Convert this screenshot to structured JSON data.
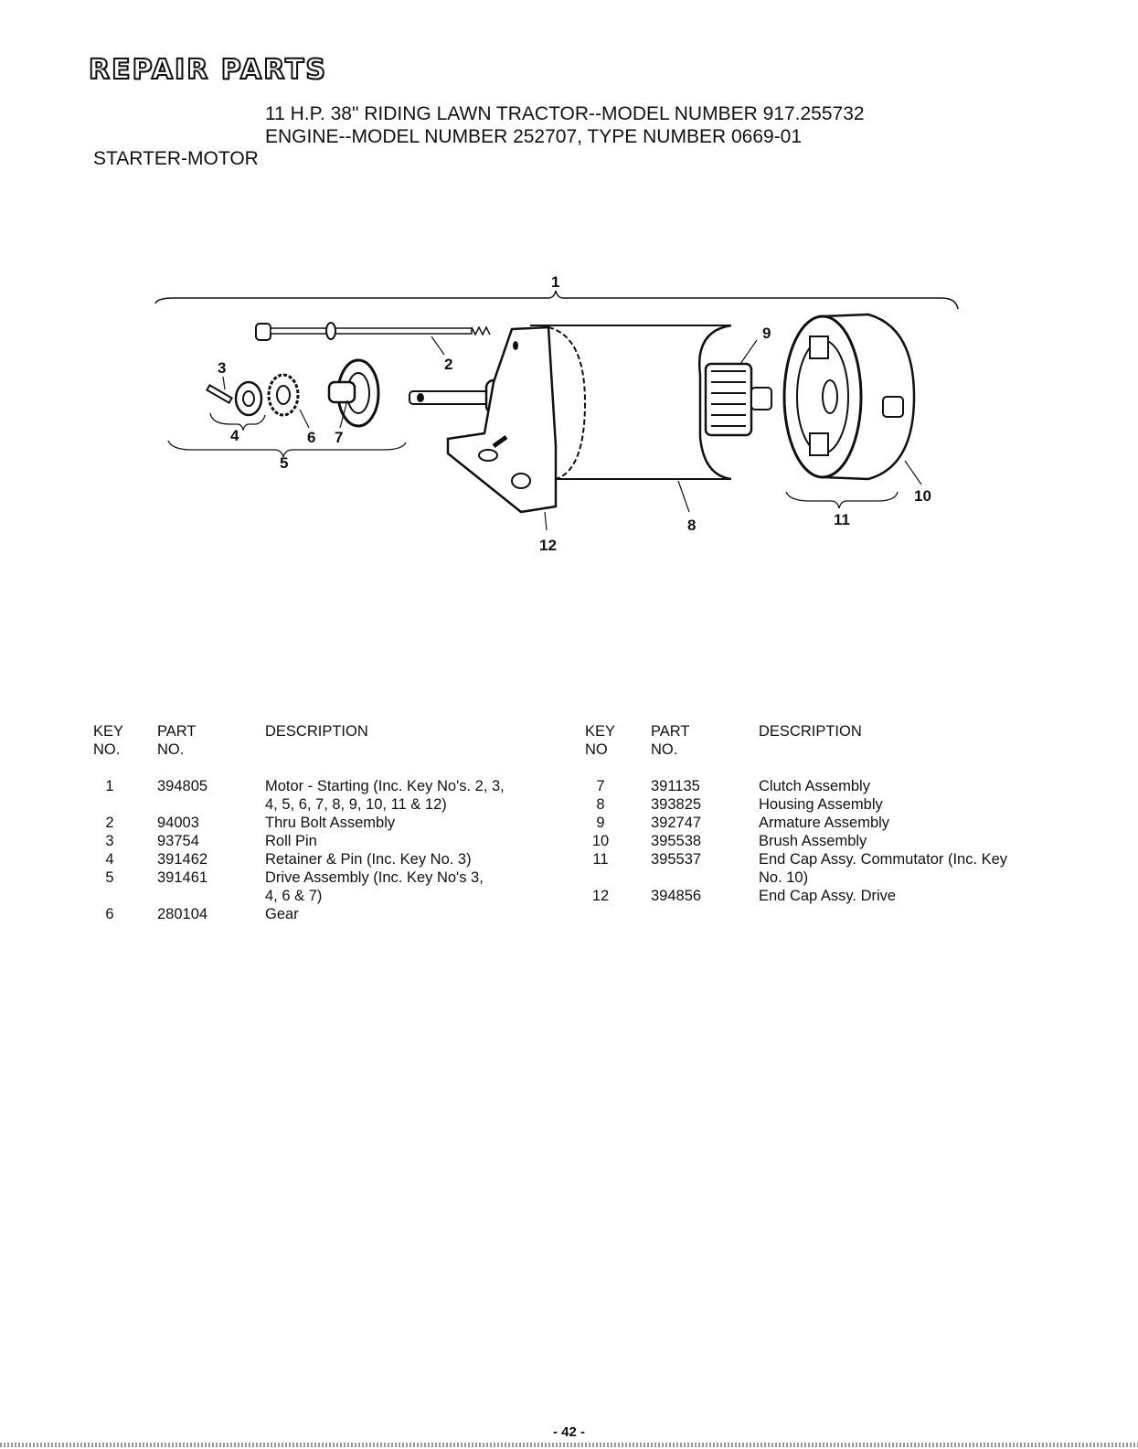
{
  "header": {
    "title": "REPAIR PARTS",
    "subtitle_line1": "11 H.P. 38\" RIDING LAWN TRACTOR--MODEL NUMBER 917.255732",
    "subtitle_line2": "ENGINE--MODEL NUMBER 252707, TYPE NUMBER 0669-01",
    "section": "STARTER-MOTOR"
  },
  "diagram": {
    "callouts": [
      "1",
      "2",
      "3",
      "4",
      "5",
      "6",
      "7",
      "8",
      "9",
      "10",
      "11",
      "12"
    ]
  },
  "table": {
    "headers": {
      "key": "KEY",
      "key2": "NO.",
      "part": "PART",
      "part2": "NO.",
      "desc": "DESCRIPTION"
    },
    "headers_right": {
      "key": "KEY",
      "key2": "NO",
      "part": "PART",
      "part2": "NO.",
      "desc": "DESCRIPTION"
    },
    "left": [
      {
        "key": "1",
        "part": "394805",
        "desc": "Motor - Starting (Inc. Key No's. 2, 3,",
        "desc2": "4, 5, 6, 7, 8, 9, 10, 11 & 12)"
      },
      {
        "key": "2",
        "part": "94003",
        "desc": "Thru Bolt Assembly"
      },
      {
        "key": "3",
        "part": "93754",
        "desc": "Roll Pin"
      },
      {
        "key": "4",
        "part": "391462",
        "desc": "Retainer & Pin (Inc. Key No. 3)"
      },
      {
        "key": "5",
        "part": "391461",
        "desc": "Drive Assembly (Inc. Key No's 3,",
        "desc2": "4, 6 & 7)"
      },
      {
        "key": "6",
        "part": "280104",
        "desc": "Gear"
      }
    ],
    "right": [
      {
        "key": "7",
        "part": "391135",
        "desc": "Clutch Assembly"
      },
      {
        "key": "8",
        "part": "393825",
        "desc": "Housing Assembly"
      },
      {
        "key": "9",
        "part": "392747",
        "desc": "Armature Assembly"
      },
      {
        "key": "10",
        "part": "395538",
        "desc": "Brush Assembly"
      },
      {
        "key": "11",
        "part": "395537",
        "desc": "End Cap Assy. Commutator (Inc. Key",
        "desc2": "No. 10)"
      },
      {
        "key": "12",
        "part": "394856",
        "desc": "End Cap Assy. Drive"
      }
    ]
  },
  "footer": {
    "page_number": "- 42 -"
  }
}
